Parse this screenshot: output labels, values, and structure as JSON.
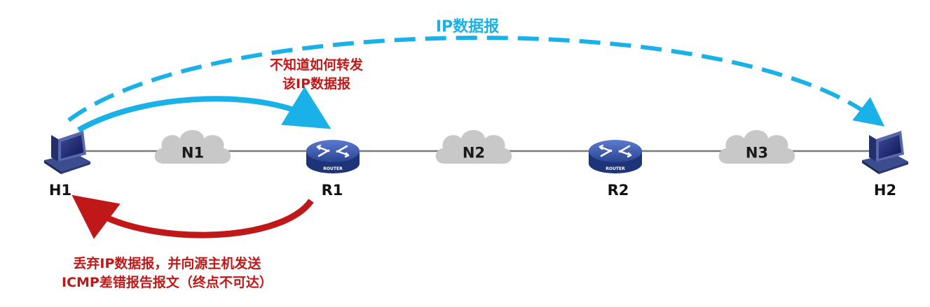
{
  "colors": {
    "dashed_arrow": "#1ab0e8",
    "solid_arrow": "#1ab0e8",
    "error_arrow": "#c01818",
    "error_text": "#c01818",
    "line": "#7a7a7a",
    "cloud": "#c8c8c8",
    "router_fill": "#2f4d9c"
  },
  "top_arrow_label": "IP数据报",
  "nodes": {
    "h1": {
      "label": "H1",
      "icon": "computer-icon"
    },
    "r1": {
      "label": "R1",
      "icon": "router-icon",
      "badge": "ROUTER"
    },
    "r2": {
      "label": "R2",
      "icon": "router-icon",
      "badge": "ROUTER"
    },
    "h2": {
      "label": "H2",
      "icon": "computer-icon"
    }
  },
  "networks": {
    "n1": {
      "label": "N1",
      "icon": "cloud-icon"
    },
    "n2": {
      "label": "N2",
      "icon": "cloud-icon"
    },
    "n3": {
      "label": "N3",
      "icon": "cloud-icon"
    }
  },
  "r1_note": {
    "line1": "不知道如何转发",
    "line2": "该IP数据报"
  },
  "icmp_note": {
    "line1": "丢弃IP数据报，并向源主机发送",
    "line2": "ICMP差错报告报文（终点不可达）"
  }
}
